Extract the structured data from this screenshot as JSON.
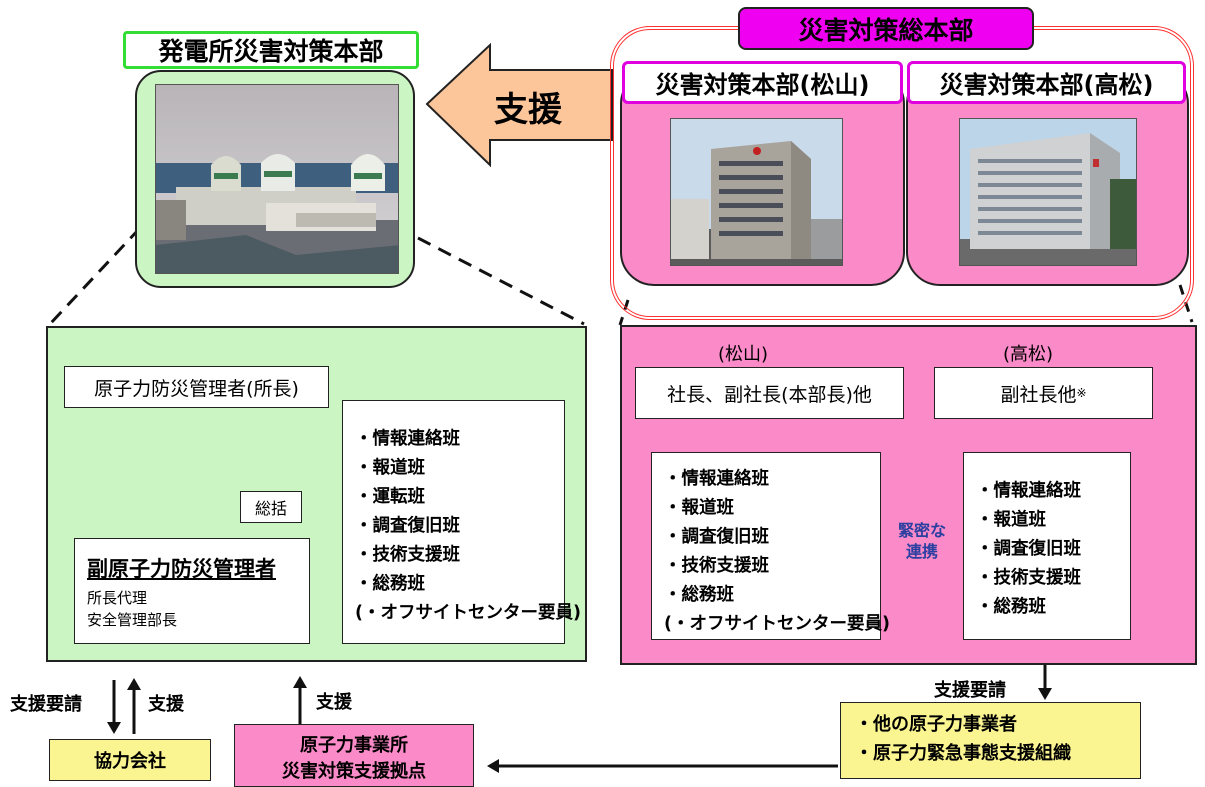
{
  "plant": {
    "title": "発電所災害対策本部",
    "photo_icon": "nuclear-plant-photo",
    "manager": "原子力防災管理者(所長)",
    "general": "総括",
    "deputy_title": "副原子力防災管理者",
    "deputy_lines": [
      "所長代理",
      "安全管理部長"
    ],
    "teams": [
      "・情報連絡班",
      "・報道班",
      "・運転班",
      "・調査復旧班",
      "・技術支援班",
      "・総務班",
      "(・オフサイトセンター要員)"
    ]
  },
  "support_arrow_label": "支援",
  "hq": {
    "title": "災害対策総本部",
    "matsuyama_title": "災害対策本部(松山)",
    "takamatsu_title": "災害対策本部(高松)",
    "matsuyama_photo_icon": "office-building-photo",
    "takamatsu_photo_icon": "office-building-photo"
  },
  "pink_panel": {
    "matsuyama_header": "(松山)",
    "takamatsu_header": "(高松)",
    "matsuyama_head": "社長、副社長(本部長)他",
    "takamatsu_head": "副社長他",
    "takamatsu_head_mark": "※",
    "matsuyama_teams": [
      "・情報連絡班",
      "・報道班",
      "・調査復旧班",
      "・技術支援班",
      "・総務班",
      "(・オフサイトセンター要員)"
    ],
    "takamatsu_teams": [
      "・情報連絡班",
      "・報道班",
      "・調査復旧班",
      "・技術支援班",
      "・総務班"
    ],
    "cooperation_lines": [
      "緊密な",
      "連携"
    ]
  },
  "bottom": {
    "request_label": "支援要請",
    "support_label": "支援",
    "support_label2": "支援",
    "request_label_right": "支援要請",
    "partner_company": "協力会社",
    "base_lines": [
      "原子力事業所",
      "災害対策支援拠点"
    ],
    "others_lines": [
      "・他の原子力事業者",
      "・原子力緊急事態支援組織"
    ]
  },
  "colors": {
    "green": "#ccf5c4",
    "pink": "#fa8ac8",
    "magenta": "#f000f0",
    "yellow": "#fbf591",
    "arrow": "#fcc59a"
  }
}
